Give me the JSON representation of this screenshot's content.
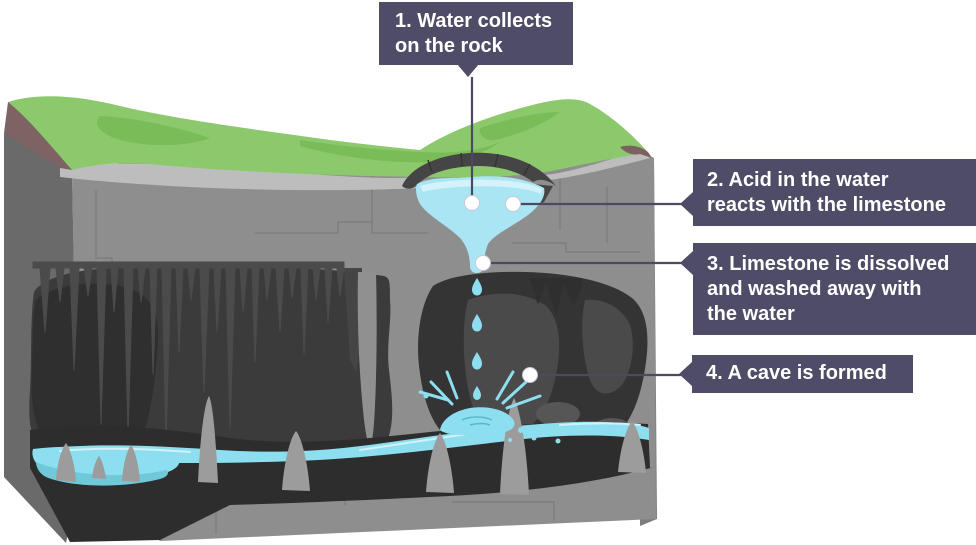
{
  "annotations": [
    {
      "id": "step-1",
      "lines": [
        "1. Water collects",
        "on the rock"
      ]
    },
    {
      "id": "step-2",
      "lines": [
        "2. Acid in the water",
        "reacts with the limestone"
      ]
    },
    {
      "id": "step-3",
      "lines": [
        "3. Limestone is dissolved",
        "and washed away with",
        "the water"
      ]
    },
    {
      "id": "step-4",
      "lines": [
        "4. A cave is formed"
      ]
    }
  ],
  "palette": {
    "callout_background": "#4e4c66",
    "callout_text": "#ffffff",
    "connector_line": "#4b4963",
    "connector_dot": "#ffffff",
    "grass_light": "#8cc96d",
    "grass_dark": "#79bc58",
    "soil_brown": "#7d6363",
    "rock_front_face": "#8e8e8e",
    "rock_left_face": "#6a6a6a",
    "rock_right_face": "#7d7d7d",
    "weathered_band": "#bdbdbd",
    "crack_line": "#7c7c7c",
    "sinkhole_rim": "#454545",
    "cave_interior": "#3b3b3b",
    "cave_shadow": "#2d2d2d",
    "stalactite": "#4b4b4b",
    "stalagmite": "#9c9c9c",
    "water": "#8ddff0",
    "water_pool": "#a9e5f3",
    "water_highlight": "#d4f2fa",
    "water_shadow": "#6fc9d9"
  }
}
